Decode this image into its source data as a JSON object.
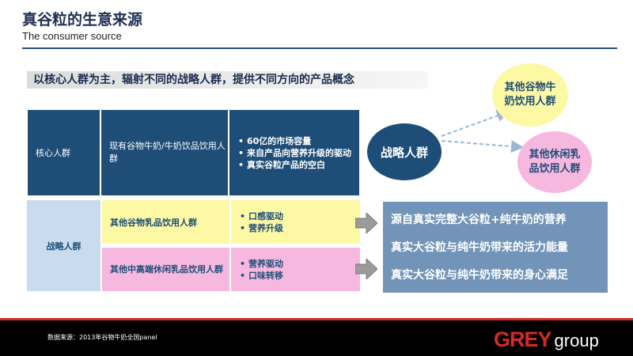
{
  "header": {
    "title": "真谷粒的生意来源",
    "subtitle": "The consumer source"
  },
  "banner": {
    "text": "以核心人群为主，辐射不同的战略人群，提供不同方向的产品概念"
  },
  "table": {
    "core": {
      "group": "核心人群",
      "segment": "现有谷物牛奶/牛奶饮品饮用人群",
      "drivers": [
        "60亿的市场容量",
        "来自产品向营养升级的驱动",
        "真实谷粒产品的空白"
      ]
    },
    "strategic": {
      "group": "战略人群",
      "rows": [
        {
          "segment": "其他谷物乳品饮用人群",
          "drivers": [
            "口感驱动",
            "营养升级"
          ]
        },
        {
          "segment": "其他中高端休闲乳品饮用人群",
          "drivers": [
            "营养驱动",
            "口味转移"
          ]
        }
      ]
    }
  },
  "results": [
    "源自真实完整大谷粒+纯牛奶的营养",
    "真实大谷粒与纯牛奶带来的活力能量",
    "真实大谷粒与纯牛奶带来的身心满足"
  ],
  "diagram": {
    "center": "战略人群",
    "targets": [
      "其他谷物牛奶饮用人群",
      "其他休闲乳品饮用人群"
    ]
  },
  "footer": {
    "source": "数据来源：2013年谷物牛奶全国panel",
    "logo_main": "GREY",
    "logo_suffix": "group"
  },
  "colors": {
    "navy": "#1e4d78",
    "light_blue": "#c9dcef",
    "yellow": "#fdf8a4",
    "pink": "#f7b8e0",
    "result_box": "#7194b8",
    "brand_red": "#d42a24"
  }
}
